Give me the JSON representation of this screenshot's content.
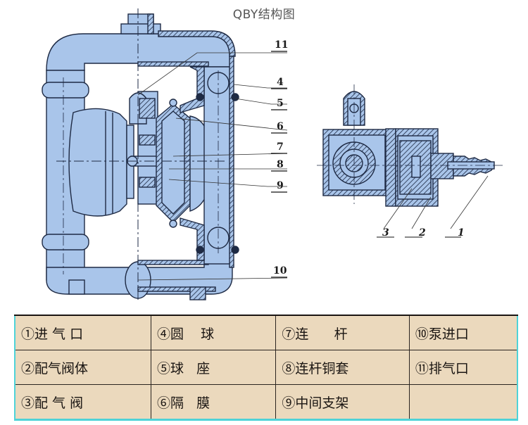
{
  "title": "QBY结构图",
  "colors": {
    "body_fill": "#a9c5ea",
    "line": "#1e2a44",
    "table_bg": "#ebd9bd",
    "table_frame": "#4fd3d8"
  },
  "main_view_callouts": [
    "11",
    "4",
    "5",
    "6",
    "7",
    "8",
    "9",
    "10"
  ],
  "valve_view_callouts": [
    "3",
    "2",
    "1"
  ],
  "parts_table": {
    "rows": [
      [
        "①进 气 口",
        "④圆    球",
        "⑦连      杆",
        "⑩泵进口"
      ],
      [
        "②配气阀体",
        "⑤球   座",
        "⑧连杆铜套",
        "⑪排气口"
      ],
      [
        "③配 气 阀",
        "⑥隔   膜",
        "⑨中间支架",
        ""
      ]
    ]
  }
}
